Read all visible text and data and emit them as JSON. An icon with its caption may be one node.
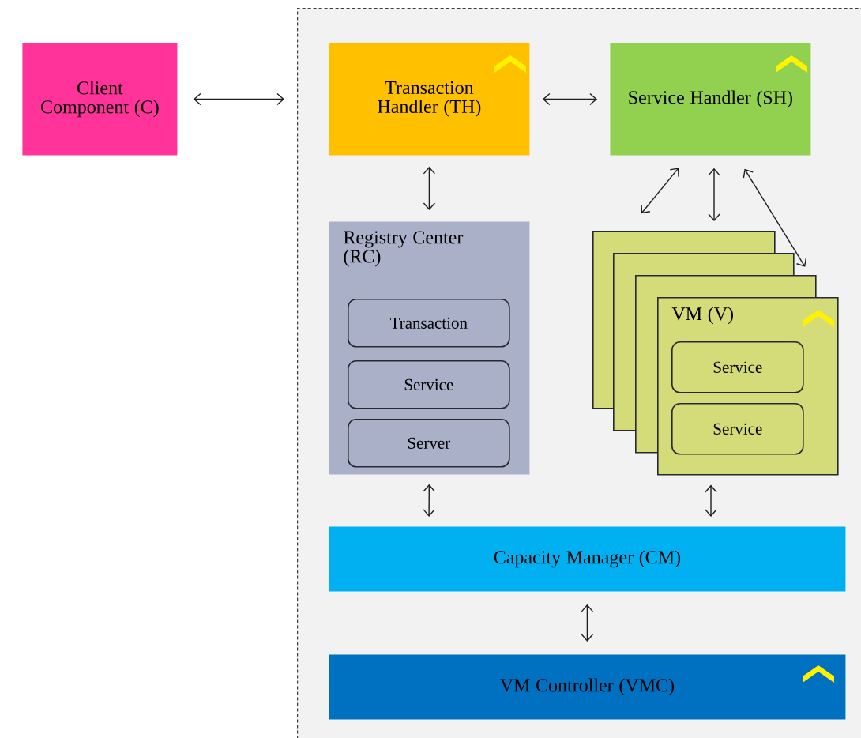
{
  "diagram": {
    "nodes": [
      {
        "text": [
          "Client Component (C)"
        ]
      },
      {
        "text": [],
        "shape": "box"
      },
      {
        "text": [
          "Transaction Handler (TH)"
        ],
        "in": 1
      },
      {
        "text": [
          "Service Handler (SH)"
        ],
        "in": 1
      },
      {
        "text": [
          "Registry Center (RC)"
        ],
        "in": 1
      },
      {
        "text": [
          "Transaction"
        ],
        "in": 4
      },
      {
        "text": [
          "Service"
        ],
        "in": 4
      },
      {
        "text": [
          "Server"
        ],
        "in": 4
      },
      {
        "text": [],
        "shape": "box",
        "in": 1
      },
      {
        "text": [],
        "shape": "box",
        "in": 1
      },
      {
        "text": [],
        "shape": "box",
        "in": 1
      },
      {
        "text": [
          "VM (V)"
        ],
        "in": 1
      },
      {
        "text": [
          "Service"
        ]
      },
      {
        "text": [
          "Service"
        ]
      },
      {
        "text": [
          "Capacity Manager (CM)"
        ],
        "in": 1
      },
      {
        "text": [
          "VM Controller (VMC)"
        ],
        "in": 1
      }
    ],
    "edges": [
      {
        "from": 0,
        "to": 2,
        "arrow": "both"
      },
      {
        "from": 2,
        "to": 3,
        "arrow": "both"
      },
      {
        "from": 2,
        "to": 4,
        "arrow": "both"
      },
      {
        "from": 3,
        "to": 8,
        "arrow": "both"
      },
      {
        "from": 3,
        "to": 8,
        "arrow": "both"
      },
      {
        "from": 3,
        "to": 10,
        "arrow": "both"
      },
      {
        "from": 4,
        "to": 14,
        "arrow": "both"
      },
      {
        "from": 11,
        "to": 14,
        "arrow": "both"
      },
      {
        "from": 14,
        "to": 15,
        "arrow": "both"
      }
    ]
  }
}
